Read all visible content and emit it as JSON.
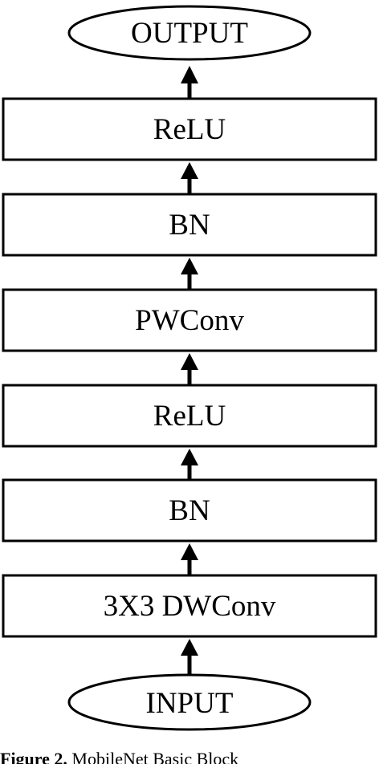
{
  "diagram": {
    "output_label": "OUTPUT",
    "input_label": "INPUT",
    "layers": [
      "ReLU",
      "BN",
      "PWConv",
      "ReLU",
      "BN",
      "3X3 DWConv"
    ],
    "stroke_color": "#000000",
    "fill_color": "#ffffff"
  },
  "caption": {
    "label": "Figure 2.",
    "text": "MobileNet Basic Block"
  }
}
